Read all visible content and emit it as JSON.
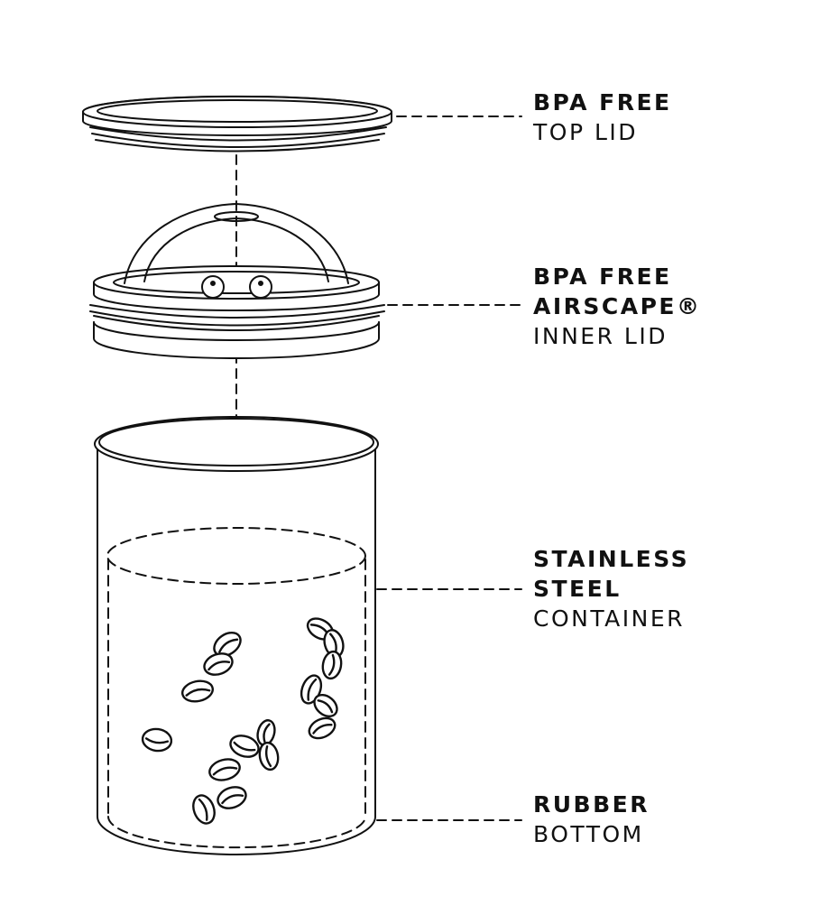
{
  "labels": {
    "top_lid": {
      "line1": "BPA FREE",
      "line2": "TOP LID"
    },
    "inner_lid": {
      "line1": "BPA FREE",
      "line2": "AIRSCAPE®",
      "line3": "INNER LID"
    },
    "container": {
      "line1": "STAINLESS",
      "line2": "STEEL",
      "line3": "CONTAINER"
    },
    "bottom": {
      "line1": "RUBBER",
      "line2": "BOTTOM"
    }
  },
  "colors": {
    "stroke": "#111111",
    "background": "#ffffff"
  }
}
